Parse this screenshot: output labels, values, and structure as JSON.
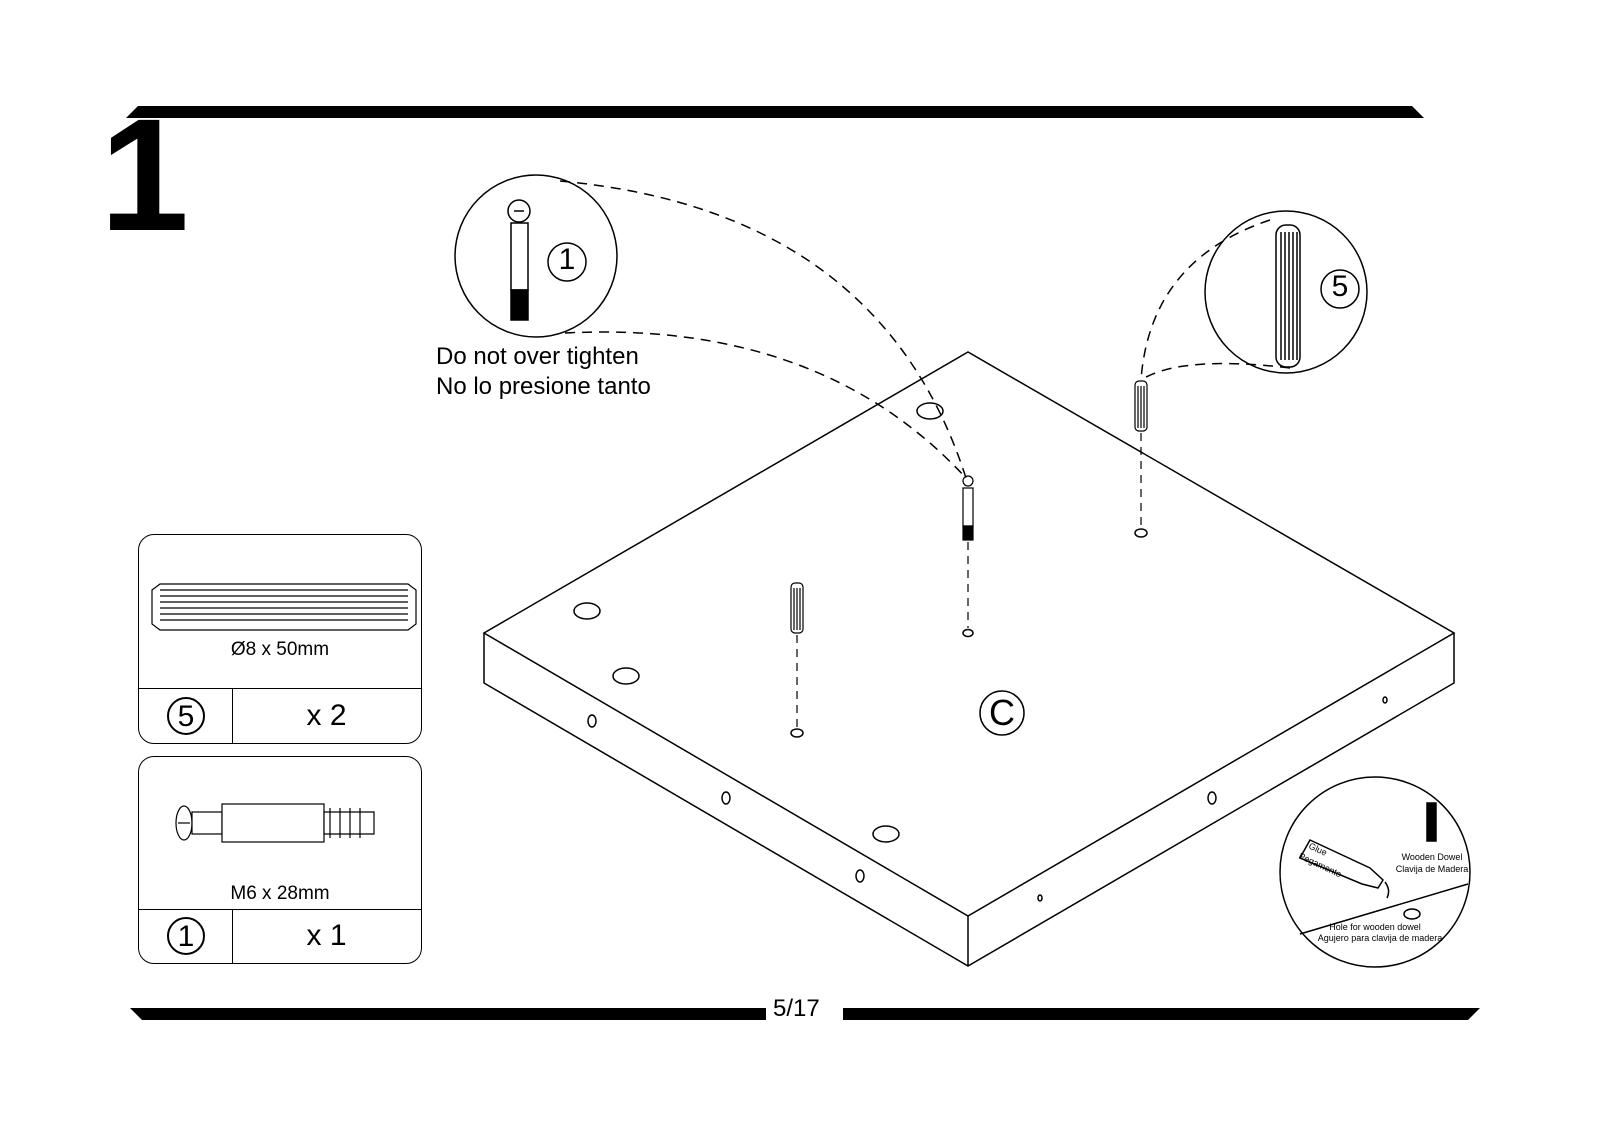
{
  "step": {
    "number": "1"
  },
  "callout_screw": {
    "part_id": "1",
    "note_en": "Do not over tighten",
    "note_es": "No lo presione tanto"
  },
  "callout_dowel": {
    "part_id": "5"
  },
  "panel": {
    "label": "C"
  },
  "glue_inset": {
    "glue_en": "Glue",
    "glue_es": "Pegamento",
    "dowel_en": "Wooden Dowel",
    "dowel_es": "Clavija de Madera",
    "hole_en": "Hole for wooden dowel",
    "hole_es": "Agujero para clavija de madera"
  },
  "parts": [
    {
      "id": "5",
      "spec": "Ø8 x 50mm",
      "qty": "x 2",
      "icon": "wooden-dowel-icon"
    },
    {
      "id": "1",
      "spec": "M6 x 28mm",
      "qty": "x 1",
      "icon": "cam-bolt-icon"
    }
  ],
  "footer": {
    "page": "5/17"
  },
  "colors": {
    "ink": "#000000",
    "paper": "#ffffff"
  }
}
